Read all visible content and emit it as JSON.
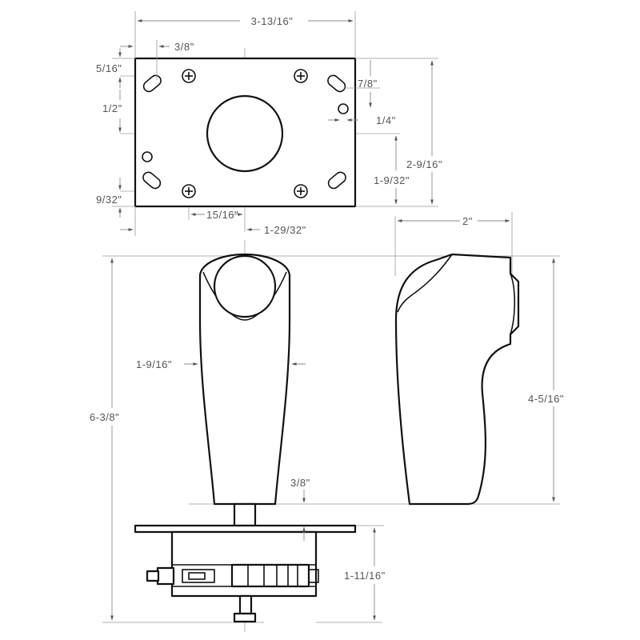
{
  "diagram": {
    "mount_plate": {
      "width_label": "3-13/16\"",
      "hole_offset_label": "3/8\"",
      "top_margin_label": "5/16\"",
      "slot_to_hole_label": "1/2\"",
      "slot_spacing_label": "7/8\"",
      "small_hole_label": "1/4\"",
      "height_label": "2-9/16\"",
      "center_height_label": "1-9/32\"",
      "bottom_margin_label": "9/32\"",
      "hole_x_label": "15/16\"",
      "center_x_label": "1-29/32\""
    },
    "handle_front": {
      "overall_height_label": "6-3/8\"",
      "grip_width_label": "1-9/16\"",
      "shaft_gap_label": "3/8\"",
      "base_height_label": "1-11/16\""
    },
    "handle_side": {
      "depth_label": "2\"",
      "grip_height_label": "4-5/16\""
    }
  }
}
